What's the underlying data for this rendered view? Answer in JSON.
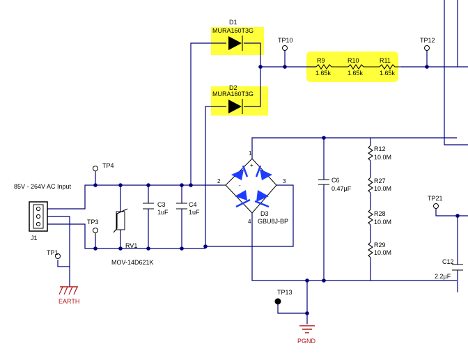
{
  "schematic": {
    "parts": {
      "d1": {
        "ref": "D1",
        "value": "MURA160T3G"
      },
      "d2": {
        "ref": "D2",
        "value": "MURA160T3G"
      },
      "r9": {
        "ref": "R9",
        "value": "1.65k"
      },
      "r10": {
        "ref": "R10",
        "value": "1.65k"
      },
      "r11": {
        "ref": "R11",
        "value": "1.65k"
      },
      "tp1": "TP1",
      "tp3": "TP3",
      "tp4": "TP4",
      "tp10": "TP10",
      "tp12": "TP12",
      "tp13": "TP13",
      "tp21": "TP21",
      "j1": "J1",
      "input_label": "85V - 264V AC Input",
      "rv1": {
        "ref": "RV1",
        "value": "MOV-14D621K"
      },
      "c3": {
        "ref": "C3",
        "value": "1uF"
      },
      "c4": {
        "ref": "C4",
        "value": "1uF"
      },
      "d3": {
        "ref": "D3",
        "value": "GBU8J-BP",
        "pin1": "1",
        "pin2": "2",
        "pin3": "3",
        "pin4": "4",
        "plus": "+",
        "minus": "-"
      },
      "c6": {
        "ref": "C6",
        "value": "0.47µF"
      },
      "r12": {
        "ref": "R12",
        "value": "10.0M"
      },
      "r27": {
        "ref": "R27",
        "value": "10.0M"
      },
      "r28": {
        "ref": "R28",
        "value": "10.0M"
      },
      "r29": {
        "ref": "R29",
        "value": "10.0M"
      },
      "c12": {
        "ref": "C12",
        "value": "2.2µF"
      },
      "earth": "EARTH",
      "pgnd": "PGND"
    },
    "colors": {
      "wire": "#00007a",
      "highlight": "#ffff3c",
      "diode_bridge": "#1e3cff",
      "ground_label": "#b01818"
    }
  }
}
